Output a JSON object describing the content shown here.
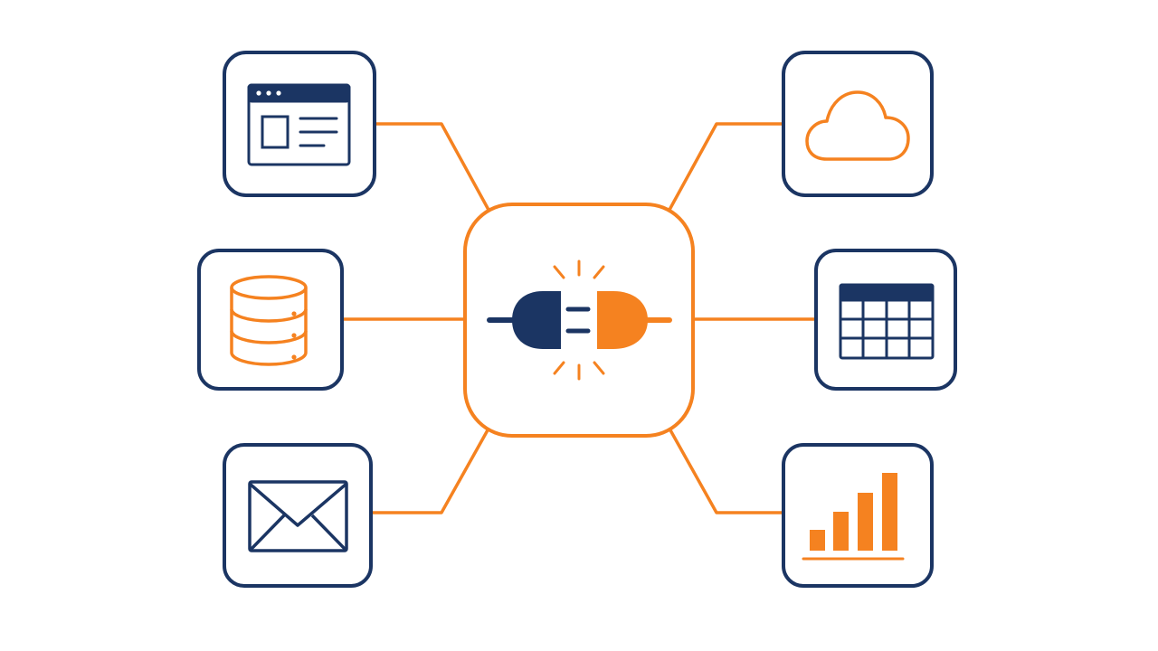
{
  "colors": {
    "navy": "#1b3563",
    "orange": "#f58220",
    "background": "#ffffff"
  },
  "hub": {
    "name": "integration-hub",
    "icon": "plug-connect-icon"
  },
  "nodes": [
    {
      "id": "web-app",
      "icon": "browser-window-icon",
      "side": "left"
    },
    {
      "id": "database",
      "icon": "database-icon",
      "side": "left"
    },
    {
      "id": "email",
      "icon": "envelope-icon",
      "side": "left"
    },
    {
      "id": "cloud",
      "icon": "cloud-icon",
      "side": "right"
    },
    {
      "id": "spreadsheet",
      "icon": "table-grid-icon",
      "side": "right"
    },
    {
      "id": "analytics",
      "icon": "bar-chart-icon",
      "side": "right"
    }
  ]
}
